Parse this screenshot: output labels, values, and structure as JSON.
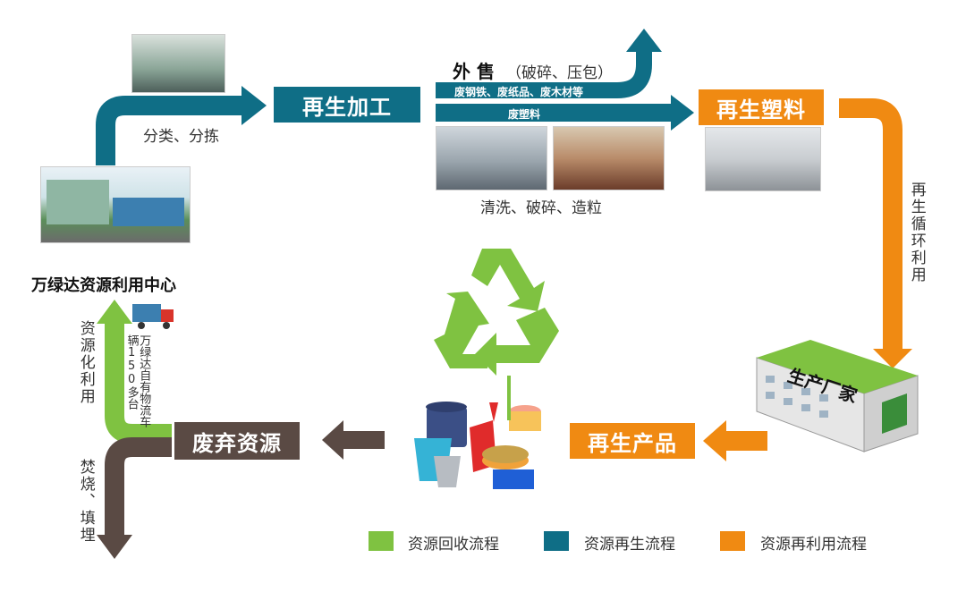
{
  "center": {
    "name": "万绿达资源利用中心"
  },
  "steps": {
    "sort": "分类、分拣",
    "reprocess": "再生加工",
    "sale_title": "外 售",
    "sale_note": "（破碎、压包）",
    "band1": "废钢铁、废纸品、废木材等",
    "band2": "废塑料",
    "wash": "清洗、破碎、造粒",
    "plastic": "再生塑料",
    "recycle_use": "再生循环利用",
    "factory": "生产厂家",
    "product": "再生产品",
    "waste": "废弃资源",
    "resource_use": "资源化利用",
    "fleet": "万绿达自有物流车辆150多台",
    "burn": "焚烧、填埋"
  },
  "legend": [
    {
      "label": "资源回收流程",
      "color": "#7fc241"
    },
    {
      "label": "资源再生流程",
      "color": "#0f6e86"
    },
    {
      "label": "资源再利用流程",
      "color": "#f08a12"
    }
  ],
  "icons": [
    "recycle-icon",
    "truck-icon",
    "factory-icon",
    "buckets-icon"
  ]
}
